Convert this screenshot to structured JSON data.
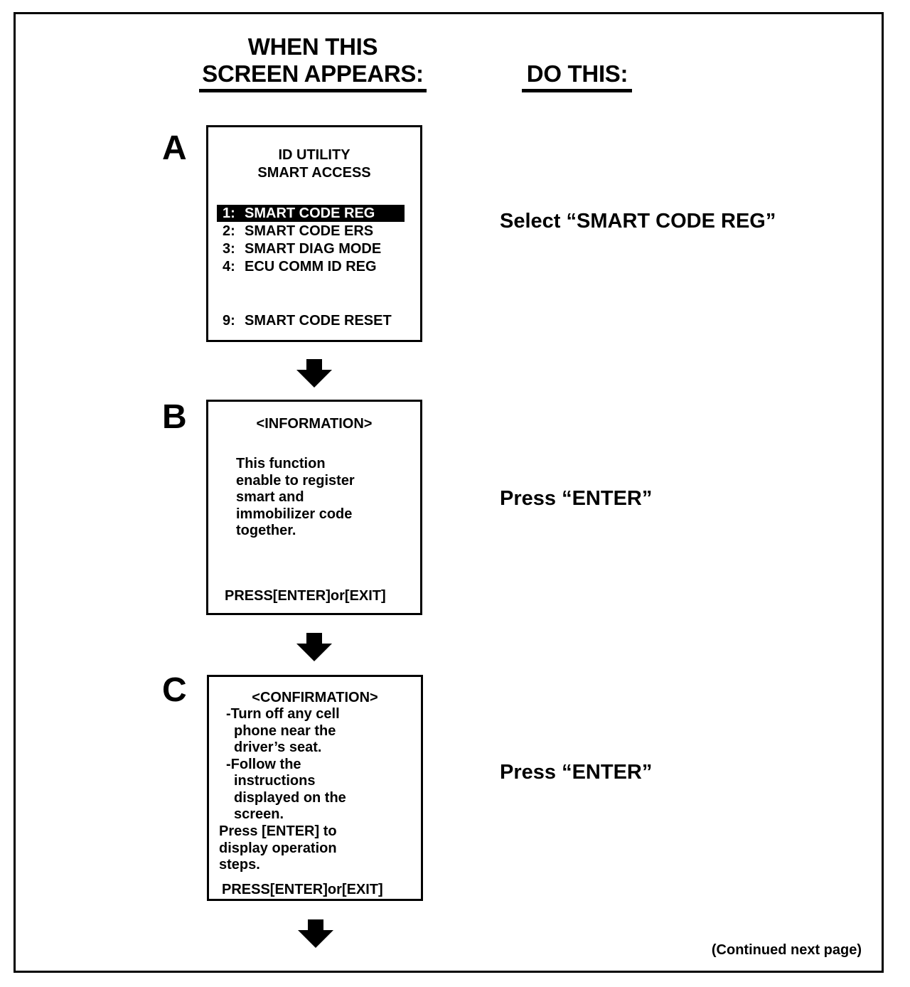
{
  "header": {
    "left_line1": "WHEN THIS",
    "left_line2": "SCREEN APPEARS:",
    "right": "DO THIS:"
  },
  "steps": {
    "a": {
      "letter": "A",
      "screen": {
        "title1": "ID UTILITY",
        "title2": "SMART ACCESS",
        "items": [
          {
            "num": "1:",
            "label": "SMART CODE REG",
            "highlighted": true
          },
          {
            "num": "2:",
            "label": "SMART CODE ERS"
          },
          {
            "num": "3:",
            "label": "SMART DIAG MODE"
          },
          {
            "num": "4:",
            "label": "ECU COMM ID REG"
          },
          {
            "num": "9:",
            "label": "SMART CODE RESET"
          }
        ]
      },
      "action": "Select “SMART CODE REG”"
    },
    "b": {
      "letter": "B",
      "screen": {
        "title": "<INFORMATION>",
        "lines": [
          "This function",
          "enable to register",
          "smart and",
          "immobilizer  code",
          "together."
        ],
        "footer": "PRESS[ENTER]or[EXIT]"
      },
      "action": "Press “ENTER”"
    },
    "c": {
      "letter": "C",
      "screen": {
        "title": "<CONFIRMATION>",
        "bullet1": [
          "-Turn off any cell",
          "phone near the",
          "driver’s seat."
        ],
        "bullet2": [
          "-Follow the",
          "instructions",
          "displayed on the",
          "screen."
        ],
        "note": [
          "Press [ENTER] to",
          "display operation",
          "steps."
        ],
        "footer": "PRESS[ENTER]or[EXIT]"
      },
      "action": "Press “ENTER”"
    }
  },
  "footer": {
    "continued": "(Continued next page)"
  },
  "icons": {
    "arrow": "down-arrow-icon"
  }
}
